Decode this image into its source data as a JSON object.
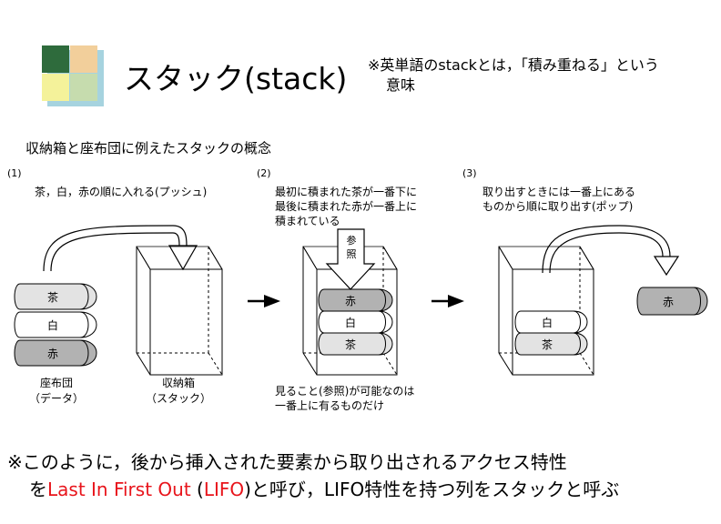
{
  "title": "スタック(stack)",
  "note": {
    "line1": "※英単語のstackとは，「積み重ねる」という",
    "line2": "意味"
  },
  "section_heading": "収納箱と座布団に例えたスタックの概念",
  "steps": [
    {
      "number": "(1)",
      "text": [
        "茶，白，赤の順に入れる(プッシュ)"
      ]
    },
    {
      "number": "(2)",
      "text": [
        "最初に積まれた茶が一番下に",
        "最後に積まれた赤が一番上に",
        "積まれている"
      ]
    },
    {
      "number": "(3)",
      "text": [
        "取り出すときには一番上にある",
        "ものから順に取り出す(ポップ)"
      ]
    }
  ],
  "reference_arrow_label": [
    "参",
    "照"
  ],
  "cushions": {
    "cha": "茶",
    "shiro": "白",
    "aka": "赤"
  },
  "labels": {
    "cushion_line1": "座布団",
    "cushion_line2": "（データ）",
    "box_line1": "収納箱",
    "box_line2": "（スタック）"
  },
  "reference_note": [
    "見ること(参照)が可能なのは",
    "一番上に有るものだけ"
  ],
  "conclusion": {
    "line1": "※このように，後から挿入された要素から取り出されるアクセス特性",
    "line2_prefix": "を",
    "line2_red": "Last In First Out",
    "line2_space": " (",
    "line2_red2": "LIFO",
    "line2_suffix": ")と呼び，LIFO特性を持つ列をスタックと呼ぶ"
  },
  "colors": {
    "logo_dark_green": "#2e6b3c",
    "logo_peach": "#f2cf9b",
    "logo_yellow": "#f4f29a",
    "logo_light_green": "#c6dcae",
    "logo_shadow": "#a6d3df",
    "cushion_light": "#e3e3e3",
    "cushion_white": "#ffffff",
    "cushion_dark": "#b2b2b2",
    "accent_red": "#e8141b"
  }
}
